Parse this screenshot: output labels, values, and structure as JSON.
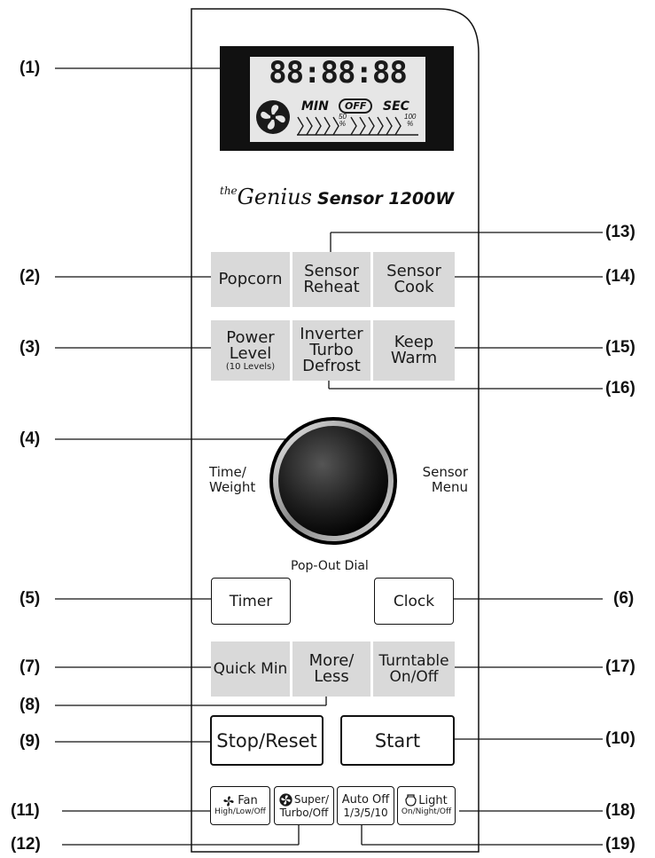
{
  "callouts_left": [
    "(1)",
    "(2)",
    "(3)",
    "(4)",
    "(5)",
    "(7)",
    "(8)",
    "(9)",
    "(11)",
    "(12)"
  ],
  "callouts_right": [
    "(13)",
    "(14)",
    "(15)",
    "(16)",
    "(6)",
    "(17)",
    "(10)",
    "(18)",
    "(19)"
  ],
  "display": {
    "digits": "88:88:88",
    "min": "MIN",
    "off": "OFF",
    "sec": "SEC",
    "pct50": "50",
    "pct100": "100",
    "pct_sign": "%"
  },
  "brand": {
    "prefix": "the",
    "name": "Genius",
    "model": "Sensor 1200W"
  },
  "keys": {
    "popcorn": "Popcorn",
    "sensor_reheat_1": "Sensor",
    "sensor_reheat_2": "Reheat",
    "sensor_cook_1": "Sensor",
    "sensor_cook_2": "Cook",
    "power_1": "Power",
    "power_2": "Level",
    "power_3": "(10 Levels)",
    "inverter_1": "Inverter",
    "inverter_2": "Turbo",
    "inverter_3": "Defrost",
    "keep_1": "Keep",
    "keep_2": "Warm",
    "timer": "Timer",
    "clock": "Clock",
    "quick_min": "Quick Min",
    "more_1": "More/",
    "more_2": "Less",
    "turntable_1": "Turntable",
    "turntable_2": "On/Off",
    "stop": "Stop/Reset",
    "start": "Start",
    "fan_1": "Fan",
    "fan_2": "High/Low/Off",
    "super_1": "Super/",
    "super_2": "Turbo/Off",
    "auto_1": "Auto Off",
    "auto_2": "1/3/5/10",
    "light_1": "Light",
    "light_2": "On/Night/Off"
  },
  "dial": {
    "left_1": "Time/",
    "left_2": "Weight",
    "right_1": "Sensor",
    "right_2": "Menu",
    "bottom": "Pop-Out Dial"
  }
}
